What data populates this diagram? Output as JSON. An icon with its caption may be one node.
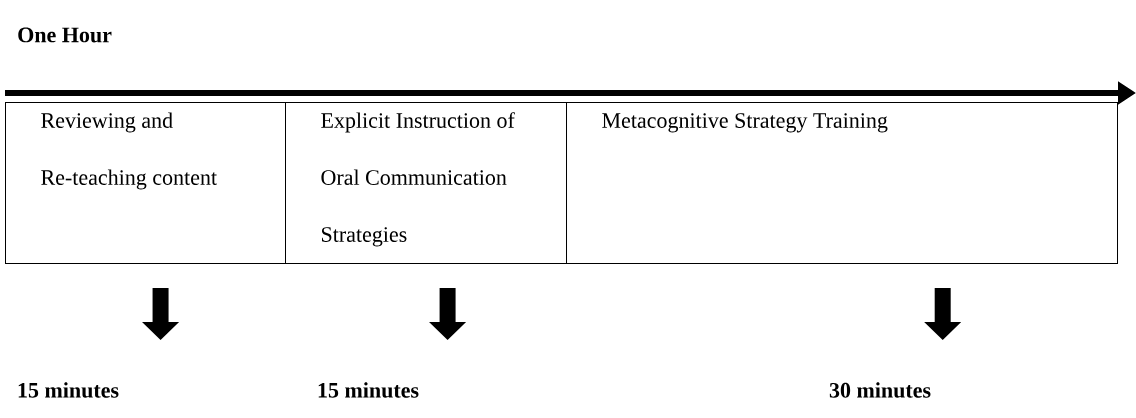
{
  "diagram": {
    "title": "One Hour",
    "nodes": [
      {
        "text": [
          "Reviewing and Re-teaching content"
        ]
      },
      {
        "text": [
          "Explicit Instruction of Oral Communication Strategies"
        ]
      },
      {
        "text": [
          "Metacognitive Strategy Training"
        ]
      },
      {
        "text": [
          "15 minutes"
        ]
      },
      {
        "text": [
          "15 minutes"
        ]
      },
      {
        "text": [
          "30 minutes"
        ]
      }
    ],
    "edges": [
      {
        "from": 0,
        "to": 3,
        "arrow": "to"
      },
      {
        "from": 1,
        "to": 4,
        "arrow": "to"
      },
      {
        "from": 2,
        "to": 5,
        "arrow": "to"
      }
    ]
  }
}
